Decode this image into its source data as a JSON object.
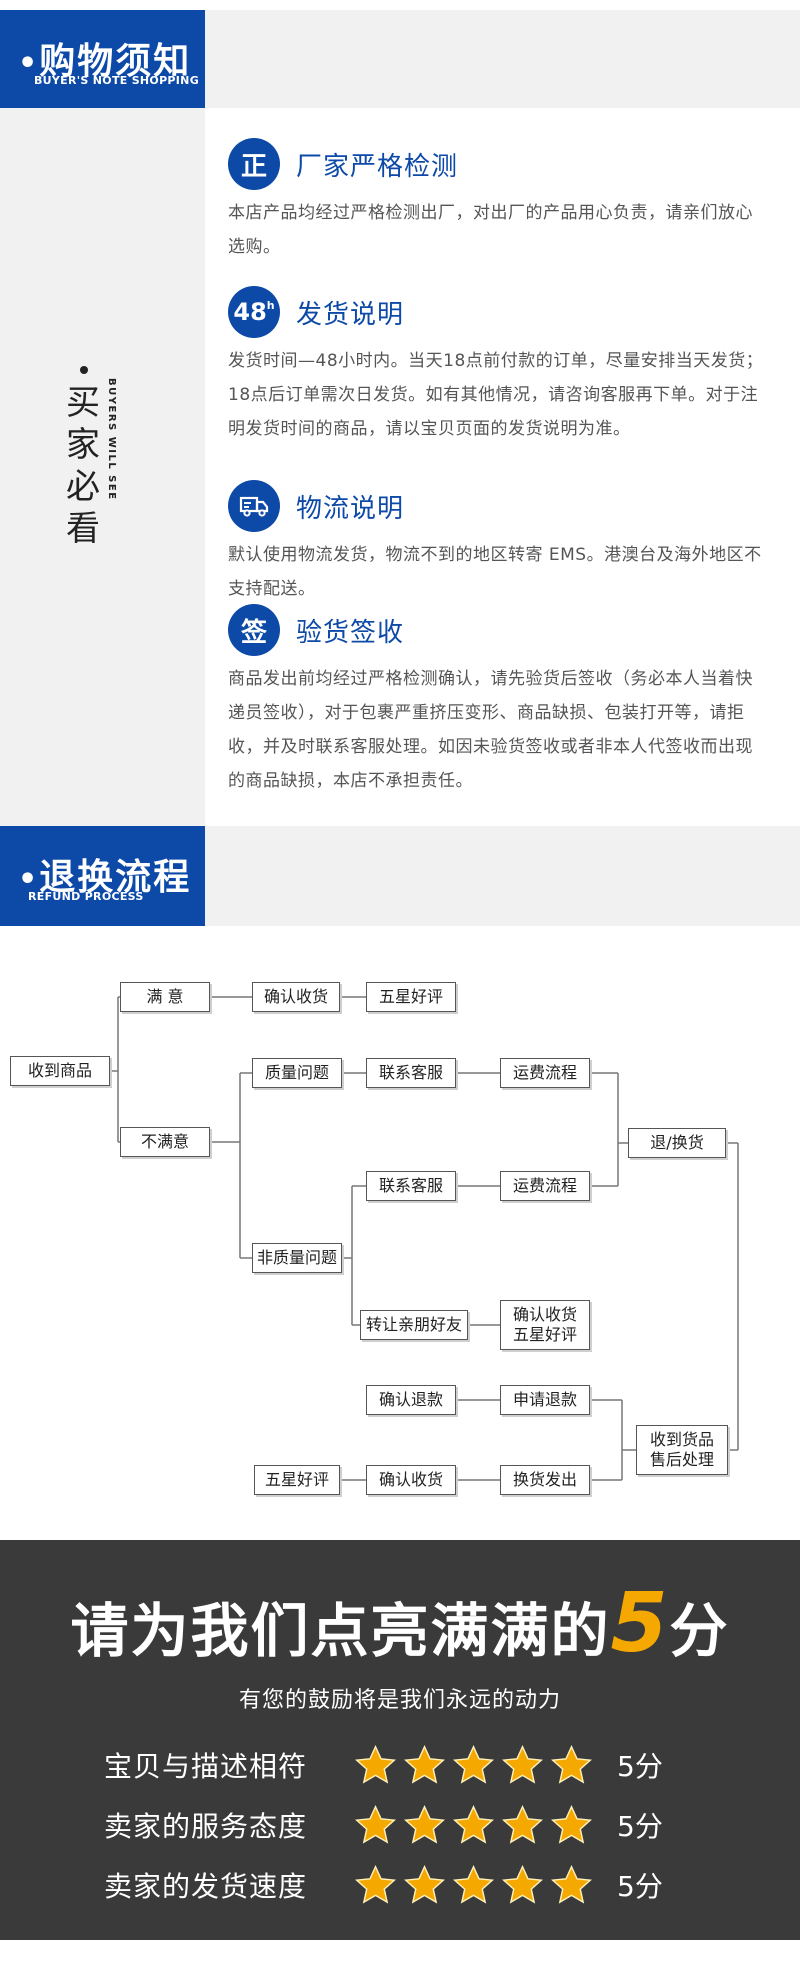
{
  "header1": {
    "title": "购物须知",
    "subtitle": "BUYER'S NOTE SHOPPING"
  },
  "side": {
    "title": "买家必看",
    "subtitle": "BUYERS WILL SEE"
  },
  "items": [
    {
      "badge": "正",
      "title": "厂家严格检测",
      "body": "本店产品均经过严格检测出厂，对出厂的产品用心负责，请亲们放心选购。"
    },
    {
      "badge": "48h",
      "title": "发货说明",
      "body": "发货时间—48小时内。当天18点前付款的订单，尽量安排当天发货；18点后订单需次日发货。如有其他情况，请咨询客服再下单。对于注明发货时间的商品，请以宝贝页面的发货说明为准。"
    },
    {
      "badge": "truck-icon",
      "title": "物流说明",
      "body": "默认使用物流发货，物流不到的地区转寄 EMS。港澳台及海外地区不支持配送。"
    },
    {
      "badge": "签",
      "title": "验货签收",
      "body": "商品发出前均经过严格检测确认，请先验货后签收（务必本人当着快递员签收），对于包裹严重挤压变形、商品缺损、包装打开等，请拒收，并及时联系客服处理。如因未验货签收或者非本人代签收而出现的商品缺损，本店不承担责任。"
    }
  ],
  "header2": {
    "title": "退换流程",
    "subtitle": "REFUND PROCESS"
  },
  "flow": {
    "receive": "收到商品",
    "satisfied": "满 意",
    "confirm1": "确认收货",
    "fivestar1": "五星好评",
    "unsatisfied": "不满意",
    "quality": "质量问题",
    "contact1": "联系客服",
    "freight1": "运费流程",
    "refund_exchange": "退/换货",
    "contact2": "联系客服",
    "freight2": "运费流程",
    "nonquality": "非质量问题",
    "transfer": "转让亲朋好友",
    "confirm_line1": "确认收货",
    "confirm_line2": "五星好评",
    "confirm_refund": "确认退款",
    "apply_refund": "申请退款",
    "after_line1": "收到货品",
    "after_line2": "售后处理",
    "fivestar2": "五星好评",
    "confirm2": "确认收货",
    "ship_exchange": "换货发出"
  },
  "rating": {
    "headline_pre": "请为我们点亮满满的",
    "headline_num": "5",
    "headline_post": "分",
    "sub": "有您的鼓励将是我们永远的动力",
    "star_color": "#f5a800",
    "rows": [
      {
        "label": "宝贝与描述相符",
        "stars": 5,
        "score": "5分"
      },
      {
        "label": "卖家的服务态度",
        "stars": 5,
        "score": "5分"
      },
      {
        "label": "卖家的发货速度",
        "stars": 5,
        "score": "5分"
      }
    ]
  }
}
